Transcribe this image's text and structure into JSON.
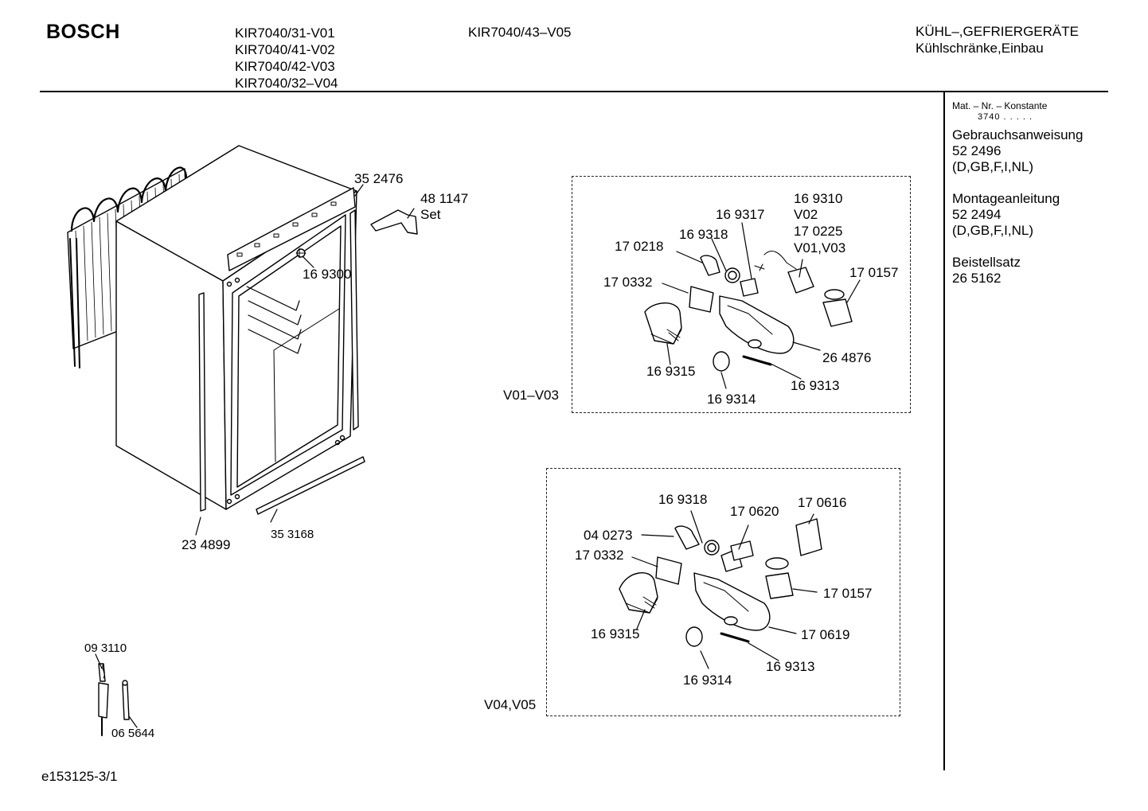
{
  "header": {
    "brand": "BOSCH",
    "models": [
      "KIR7040/31-V01",
      "KIR7040/41-V02",
      "KIR7040/42-V03",
      "KIR7040/32–V04"
    ],
    "model_alt": "KIR7040/43–V05",
    "category_line1": "KÜHL–,GEFRIERGERÄTE",
    "category_line2": "Kühlschränke,Einbau"
  },
  "side_panel": {
    "mat_label": "Mat. – Nr. – Konstante",
    "mat_code": "3740 . . . . .",
    "manual_title": "Gebrauchsanweisung",
    "manual_number": "52 2496",
    "manual_langs": "(D,GB,F,I,NL)",
    "assembly_title": "Montageanleitung",
    "assembly_number": "52 2494",
    "assembly_langs": "(D,GB,F,I,NL)",
    "kit_title": "Beistellsatz",
    "kit_number": "26 5162"
  },
  "main_parts": {
    "p352476": "35 2476",
    "p481147": "48 1147",
    "set": "Set",
    "p169300": "16 9300",
    "p234899": "23 4899",
    "p353168": "35 3168"
  },
  "sensor_parts": {
    "p093110": "09 3110",
    "p065644": "06 5644"
  },
  "group_v01": {
    "variant": "V01–V03",
    "p169310": "16 9310",
    "v02": "V02",
    "p170225": "17 0225",
    "v01v03": "V01,V03",
    "p169317": "16 9317",
    "p169318": "16 9318",
    "p170218": "17 0218",
    "p170332": "17 0332",
    "p170157": "17 0157",
    "p264876": "26 4876",
    "p169315": "16 9315",
    "p169314": "16 9314",
    "p169313": "16 9313"
  },
  "group_v04": {
    "variant": "V04,V05",
    "p169318": "16 9318",
    "p170620": "17 0620",
    "p170616": "17 0616",
    "p040273": "04 0273",
    "p170332": "17 0332",
    "p170157": "17 0157",
    "p169315": "16 9315",
    "p170619": "17 0619",
    "p169313": "16 9313",
    "p169314": "16 9314"
  },
  "footer": {
    "drawing_id": "e153125-3/1"
  }
}
